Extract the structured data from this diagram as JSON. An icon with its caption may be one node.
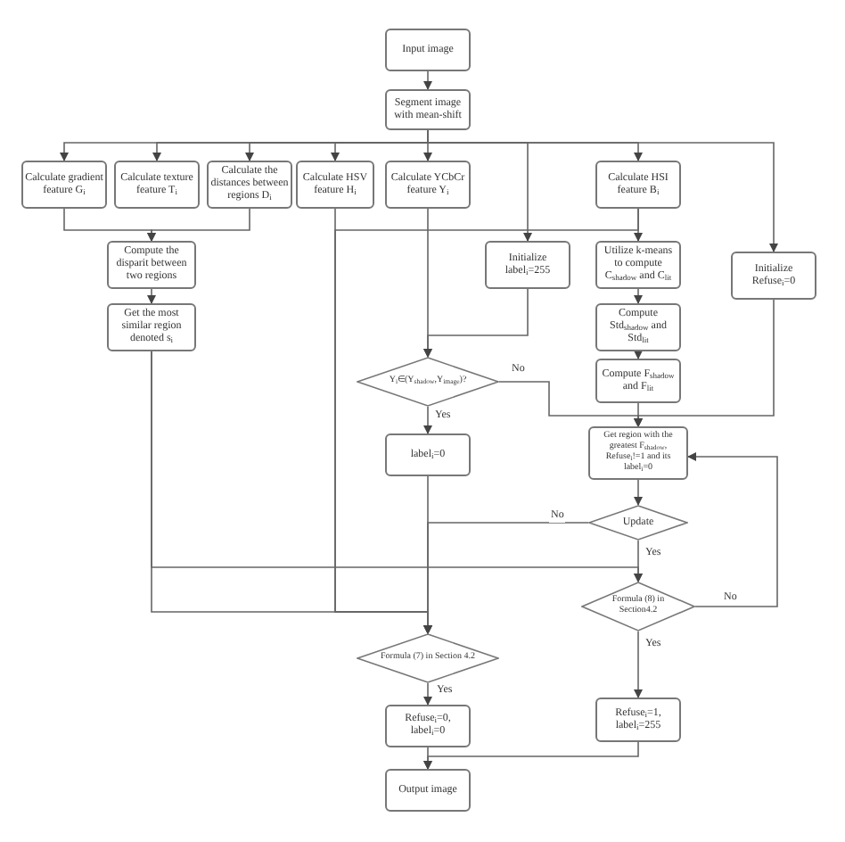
{
  "diagram": {
    "nodes": [
      {
        "text": [
          "Input image"
        ]
      },
      {
        "text": [
          "Segment image with mean-shift"
        ]
      },
      {
        "text": [
          "Calculate gradient feature G$_{i}$"
        ]
      },
      {
        "text": [
          "Calculate texture feature T$_{i}$"
        ]
      },
      {
        "text": [
          "Calculate the distances between regions D$_{i}$"
        ]
      },
      {
        "text": [
          "Calculate HSV feature H$_{i}$"
        ]
      },
      {
        "text": [
          "Calculate YCbCr feature Y$_{i}$"
        ]
      },
      {
        "text": [
          "Calculate HSI feature B$_{i}$"
        ]
      },
      {
        "text": [
          "Initialize label$_{i}$=255"
        ]
      },
      {
        "text": [
          "Utilize k-means to compute C$_{shadow}$ and C$_{lit}$"
        ]
      },
      {
        "text": [
          "Initialize Refuse$_{i}$=0"
        ]
      },
      {
        "text": [
          "Compute the disparit between two regions"
        ]
      },
      {
        "text": [
          "Get the most similar region denoted s$_{i}$"
        ]
      },
      {
        "text": [
          "Compute Std$_{shadow}$ and Std$_{lit}$"
        ]
      },
      {
        "text": [
          "Compute F$_{shadow}$ and F$_{lit}$"
        ]
      },
      {
        "text": [
          "Y$_{i}$∈(Y$_{shadow}$,Y$_{image}$)?"
        ]
      },
      {
        "text": [
          "label$_{i}$=0"
        ]
      },
      {
        "text": [
          "Get region with the greatest F$_{shadow}$, Refuse$_{i}$!=1 and its label$_{i}$=0"
        ]
      },
      {
        "text": [
          "Update"
        ]
      },
      {
        "text": [
          "Formula (8) in Section4.2"
        ]
      },
      {
        "text": [
          "Formula (7) in Section 4.2"
        ]
      },
      {
        "text": [
          "Refuse$_{i}$=0, label$_{i}$=0"
        ]
      },
      {
        "text": [
          "Refuse$_{i}$=1, label$_{i}$=255"
        ]
      },
      {
        "text": [
          "Output image"
        ]
      }
    ],
    "edges": [
      {
        "from": 0,
        "to": 1,
        "arrow": "to"
      },
      {
        "from": 1,
        "to": 2,
        "arrow": "to"
      },
      {
        "from": 1,
        "to": 3,
        "arrow": "to"
      },
      {
        "from": 1,
        "to": 4,
        "arrow": "to"
      },
      {
        "from": 1,
        "to": 5,
        "arrow": "to"
      },
      {
        "from": 1,
        "to": 6,
        "arrow": "to"
      },
      {
        "from": 1,
        "to": 8,
        "arrow": "to"
      },
      {
        "from": 1,
        "to": 7,
        "arrow": "to"
      },
      {
        "from": 1,
        "to": 10,
        "arrow": "to"
      },
      {
        "from": 2,
        "to": 11,
        "arrow": "to"
      },
      {
        "from": 4,
        "to": 11,
        "arrow": "to"
      },
      {
        "from": 11,
        "to": 12,
        "arrow": "to"
      },
      {
        "from": 6,
        "to": 15,
        "arrow": "to"
      },
      {
        "from": 8,
        "to": 15,
        "arrow": "to"
      },
      {
        "from": 15,
        "to": 16,
        "label": "Yes",
        "arrow": "to"
      },
      {
        "from": 15,
        "to": 17,
        "label": "No",
        "arrow": "to"
      },
      {
        "from": 7,
        "to": 9,
        "arrow": "to"
      },
      {
        "from": 9,
        "to": 13,
        "arrow": "to"
      },
      {
        "from": 13,
        "to": 14,
        "arrow": "to"
      },
      {
        "from": 14,
        "to": 17,
        "arrow": "to"
      },
      {
        "from": 10,
        "to": 17,
        "arrow": "to"
      },
      {
        "from": 17,
        "to": 18,
        "arrow": "to"
      },
      {
        "from": 18,
        "to": 19,
        "label": "Yes",
        "arrow": "to"
      },
      {
        "from": 18,
        "to": 20,
        "label": "No",
        "arrow": "to"
      },
      {
        "from": 16,
        "to": 20,
        "arrow": "to"
      },
      {
        "from": 5,
        "to": 20,
        "arrow": "to"
      },
      {
        "from": 7,
        "to": 20,
        "arrow": "to"
      },
      {
        "from": 12,
        "to": 20,
        "arrow": "to"
      },
      {
        "from": 12,
        "to": 19,
        "arrow": "to"
      },
      {
        "from": 19,
        "to": 22,
        "label": "Yes",
        "arrow": "to"
      },
      {
        "from": 19,
        "to": 17,
        "label": "No",
        "arrow": "to"
      },
      {
        "from": 20,
        "to": 21,
        "label": "Yes",
        "arrow": "to"
      },
      {
        "from": 21,
        "to": 23,
        "arrow": "to"
      },
      {
        "from": 22,
        "to": 23,
        "arrow": "to"
      }
    ]
  }
}
